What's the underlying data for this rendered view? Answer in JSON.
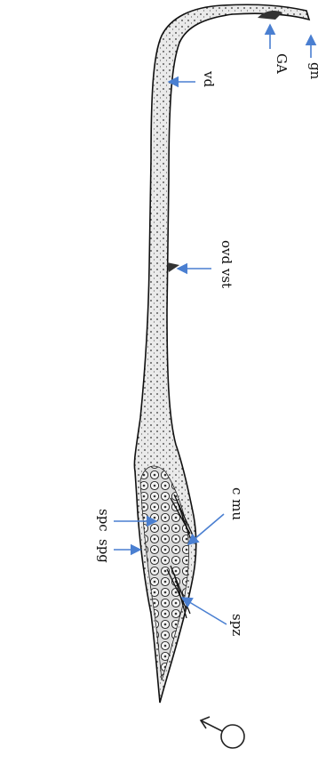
{
  "figure": {
    "labels": {
      "vd": "vd",
      "ovd_vst": "ovd vst",
      "ga": "GA",
      "gn": "gn",
      "spc": "spc",
      "spg": "spg",
      "c_mu": "c mu",
      "spz": "spz"
    },
    "symbol": "male-symbol",
    "colors": {
      "outline": "#111111",
      "tissue": "#e9e9e9",
      "arrow": "#4a7fd1"
    }
  }
}
